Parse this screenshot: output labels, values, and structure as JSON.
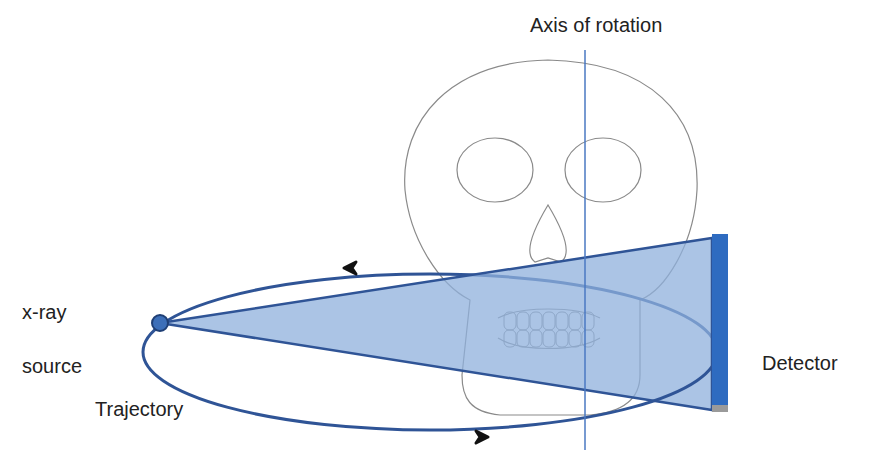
{
  "diagram": {
    "labels": [
      "Axis of rotation",
      "x-ray source",
      "Detector",
      "Trajectory"
    ]
  }
}
